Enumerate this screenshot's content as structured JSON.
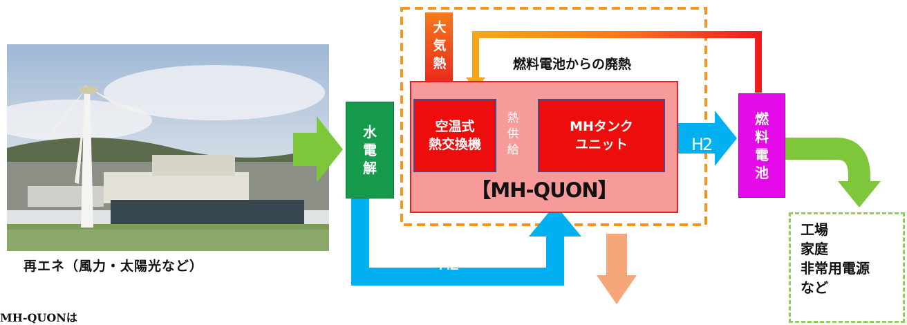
{
  "photo": {
    "caption": "再エネ（風力・太陽光など）"
  },
  "electrolysis": {
    "lines": [
      "水",
      "電",
      "解"
    ]
  },
  "air_heat": {
    "lines": [
      "大",
      "気",
      "熱"
    ]
  },
  "waste_heat_label": "燃料電池からの廃熱",
  "heat_exchanger": {
    "lines": [
      "空温式",
      "熱交換機"
    ]
  },
  "heat_supply": {
    "lines": [
      "熱",
      "供",
      "給"
    ]
  },
  "mh_tank": {
    "lines": [
      "MHタンク",
      "ユニット"
    ]
  },
  "mh_quon_label": "【MH-QUON】",
  "h2_right": "H2",
  "h2_bottom": "H2",
  "fuel_cell": {
    "lines": [
      "燃",
      "料",
      "電",
      "池"
    ]
  },
  "usage": {
    "items": [
      "工場",
      "家庭",
      "非常用電源",
      "など"
    ]
  },
  "note_text": "MH-QUONは",
  "colors": {
    "electrolysis": "#169b4d",
    "fuel_cell": "#e40be8",
    "mh_panel": "#f79a9a",
    "red_box": "#ee0d0d",
    "h2_arrow": "#00b0f0",
    "renewable_arrow": "#7fc73a",
    "dashed_frame": "#f7941d",
    "output_arrow": "#f6a77a"
  },
  "icons": {
    "wind_turbine": "wind-turbine-icon"
  }
}
